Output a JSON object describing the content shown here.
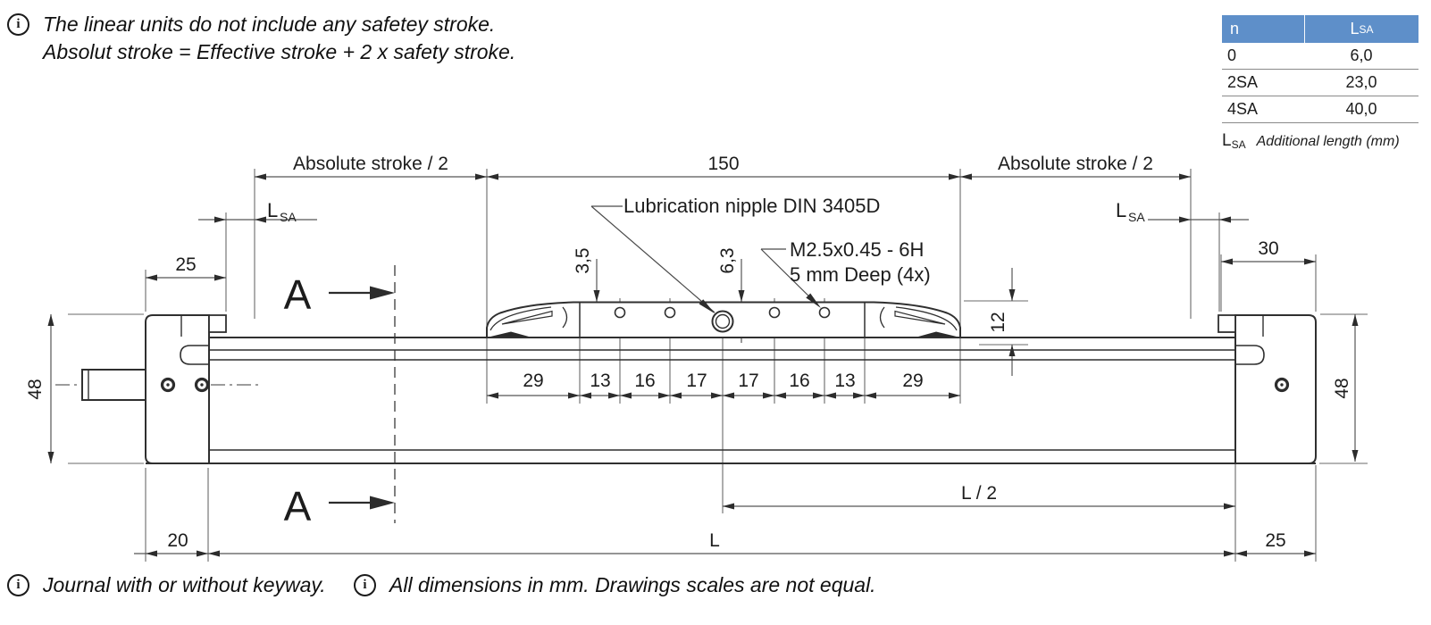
{
  "notes": {
    "info_glyph": "i",
    "top_line1": "The linear units do not include any safetey stroke.",
    "top_line2": "Absolut stroke = Effective stroke + 2 x safety stroke.",
    "bottom_left": "Journal with or without keyway.",
    "bottom_right": "All dimensions in mm. Drawings scales are not equal."
  },
  "table": {
    "header_bg": "#5e8fc9",
    "col_n": "n",
    "col_lsa_main": "L",
    "col_lsa_sub": "SA",
    "rows": [
      {
        "n": "0",
        "lsa": "6,0"
      },
      {
        "n": "2SA",
        "lsa": "23,0"
      },
      {
        "n": "4SA",
        "lsa": "40,0"
      }
    ],
    "footer_sym_main": "L",
    "footer_sym_sub": "SA",
    "footer_desc": "Additional length (mm)"
  },
  "dims": {
    "abs_stroke": "Absolute stroke / 2",
    "d150": "150",
    "lsa_main": "L",
    "lsa_sub": "SA",
    "d25_left": "25",
    "d30_right": "30",
    "d48": "48",
    "d12": "12",
    "d35": "3,5",
    "d63": "6,3",
    "chain": [
      "29",
      "13",
      "16",
      "17",
      "17",
      "16",
      "13",
      "29"
    ],
    "d20": "20",
    "dL": "L",
    "dL2": "L / 2",
    "d25_bottom": "25"
  },
  "labels": {
    "lubrication": "Lubrication nipple DIN 3405D",
    "thread_line1": "M2.5x0.45 - 6H",
    "thread_line2": "5 mm Deep (4x)"
  },
  "section": {
    "marker": "A"
  }
}
